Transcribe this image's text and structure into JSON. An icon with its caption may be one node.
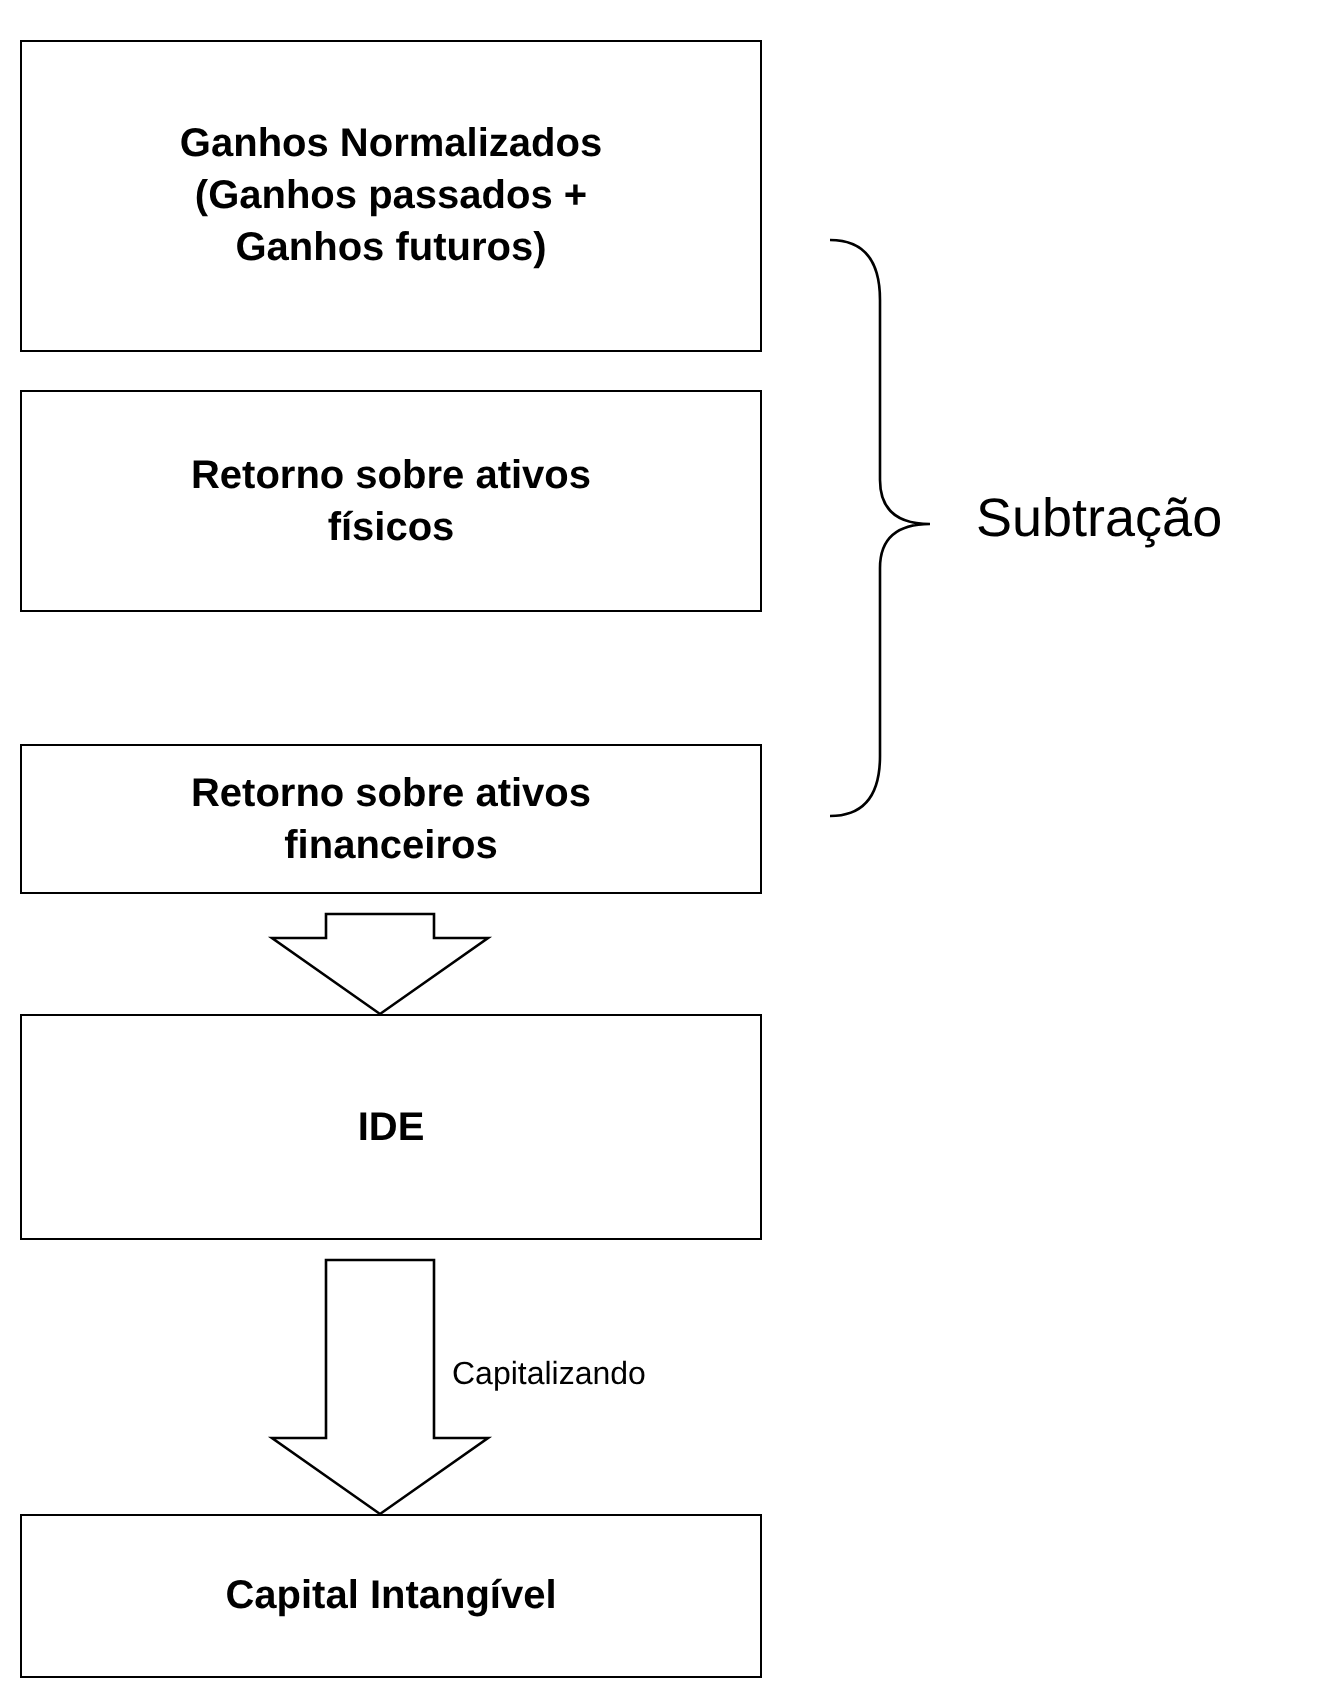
{
  "diagram": {
    "nodes": [
      {
        "text": [
          "Ganhos Normalizados (Ganhos passados + Ganhos futuros)"
        ]
      },
      {
        "text": [
          "Retorno sobre ativos físicos"
        ]
      },
      {
        "text": [
          "Retorno sobre ativos financeiros"
        ]
      },
      {
        "text": [
          "IDE"
        ]
      },
      {
        "text": [
          "Capital Intangível"
        ]
      }
    ],
    "edges": [
      {
        "from": 2,
        "to": 3,
        "arrow": "to"
      },
      {
        "from": 3,
        "to": 4,
        "arrow": "to",
        "label": "Capitalizando"
      }
    ],
    "labels": [
      "Subtração"
    ]
  }
}
